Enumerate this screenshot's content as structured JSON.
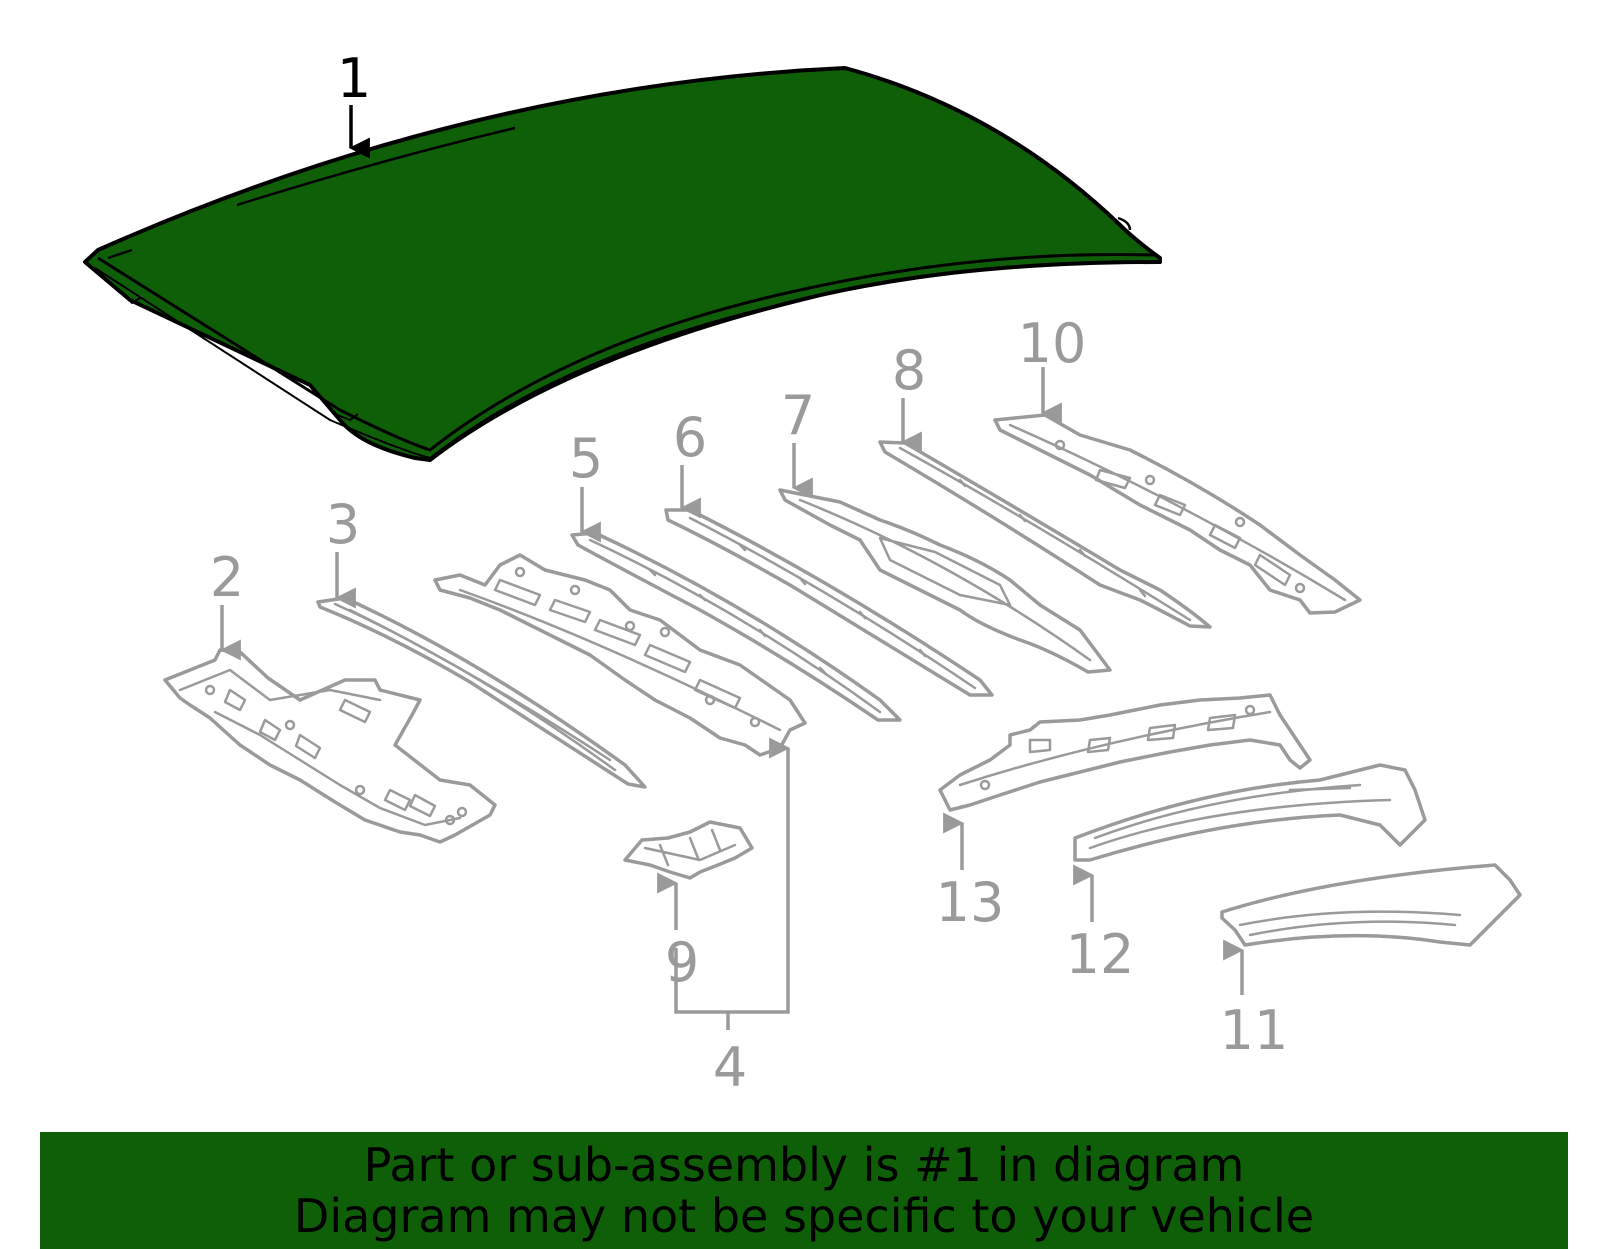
{
  "diagram": {
    "highlight_color": "#0f5f08",
    "parts": [
      {
        "id": "part-1",
        "callout": "1",
        "highlighted": true
      },
      {
        "id": "part-2",
        "callout": "2",
        "highlighted": false
      },
      {
        "id": "part-3",
        "callout": "3",
        "highlighted": false
      },
      {
        "id": "part-4",
        "callout": "4",
        "highlighted": false
      },
      {
        "id": "part-5",
        "callout": "5",
        "highlighted": false
      },
      {
        "id": "part-6",
        "callout": "6",
        "highlighted": false
      },
      {
        "id": "part-7",
        "callout": "7",
        "highlighted": false
      },
      {
        "id": "part-8",
        "callout": "8",
        "highlighted": false
      },
      {
        "id": "part-9",
        "callout": "9",
        "highlighted": false
      },
      {
        "id": "part-10",
        "callout": "10",
        "highlighted": false
      },
      {
        "id": "part-11",
        "callout": "11",
        "highlighted": false
      },
      {
        "id": "part-12",
        "callout": "12",
        "highlighted": false
      },
      {
        "id": "part-13",
        "callout": "13",
        "highlighted": false
      }
    ]
  },
  "banner": {
    "line1": "Part or sub-assembly is #1 in diagram",
    "line2": "Diagram may not be specific to your vehicle",
    "background": "#0f5f08"
  }
}
